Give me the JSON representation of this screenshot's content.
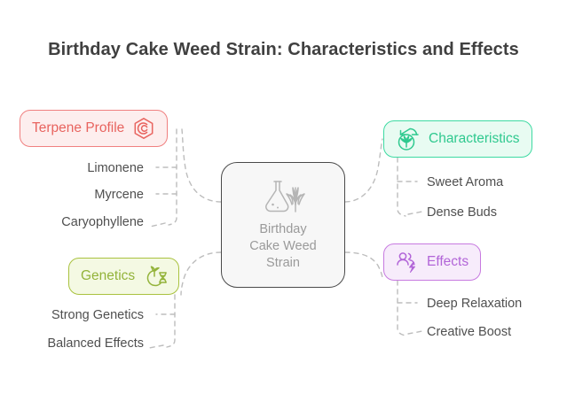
{
  "page": {
    "title": "Birthday Cake Weed Strain: Characteristics and Effects",
    "background_color": "#ffffff"
  },
  "mindmap": {
    "center": {
      "label": "Birthday\nCake Weed\nStrain",
      "icon": "flask-cannabis-leaf-icon",
      "border_color": "#4a4a4a",
      "fill_color": "#f7f7f7",
      "text_color": "#9a9a9a"
    },
    "branches": [
      {
        "id": "terpene",
        "label": "Terpene Profile",
        "icon": "hexagon-c-icon",
        "icon_side": "right",
        "accent_color": "#e8645f",
        "border_color": "#f08080",
        "fill_color": "#fdeeee",
        "side": "left",
        "children": [
          {
            "label": "Limonene"
          },
          {
            "label": "Myrcene"
          },
          {
            "label": "Caryophyllene"
          }
        ]
      },
      {
        "id": "genetics",
        "label": "Genetics",
        "icon": "dna-sprout-icon",
        "icon_side": "right",
        "accent_color": "#93b33a",
        "border_color": "#a9c23f",
        "fill_color": "#f4f9e3",
        "side": "left",
        "children": [
          {
            "label": "Strong Genetics"
          },
          {
            "label": "Balanced Effects"
          }
        ]
      },
      {
        "id": "characteristics",
        "label": "Characteristics",
        "icon": "bud-magnifier-icon",
        "icon_side": "left",
        "accent_color": "#2fc98f",
        "border_color": "#3ddaa2",
        "fill_color": "#e8fbf2",
        "side": "right",
        "children": [
          {
            "label": "Sweet Aroma"
          },
          {
            "label": "Dense Buds"
          }
        ]
      },
      {
        "id": "effects",
        "label": "Effects",
        "icon": "people-lightning-icon",
        "icon_side": "left",
        "accent_color": "#b265d8",
        "border_color": "#c77ae0",
        "fill_color": "#f7ecfb",
        "side": "right",
        "children": [
          {
            "label": "Deep Relaxation"
          },
          {
            "label": "Creative Boost"
          }
        ]
      }
    ],
    "connector_style": {
      "type": "dashed",
      "color": "#b8b8b8"
    }
  }
}
